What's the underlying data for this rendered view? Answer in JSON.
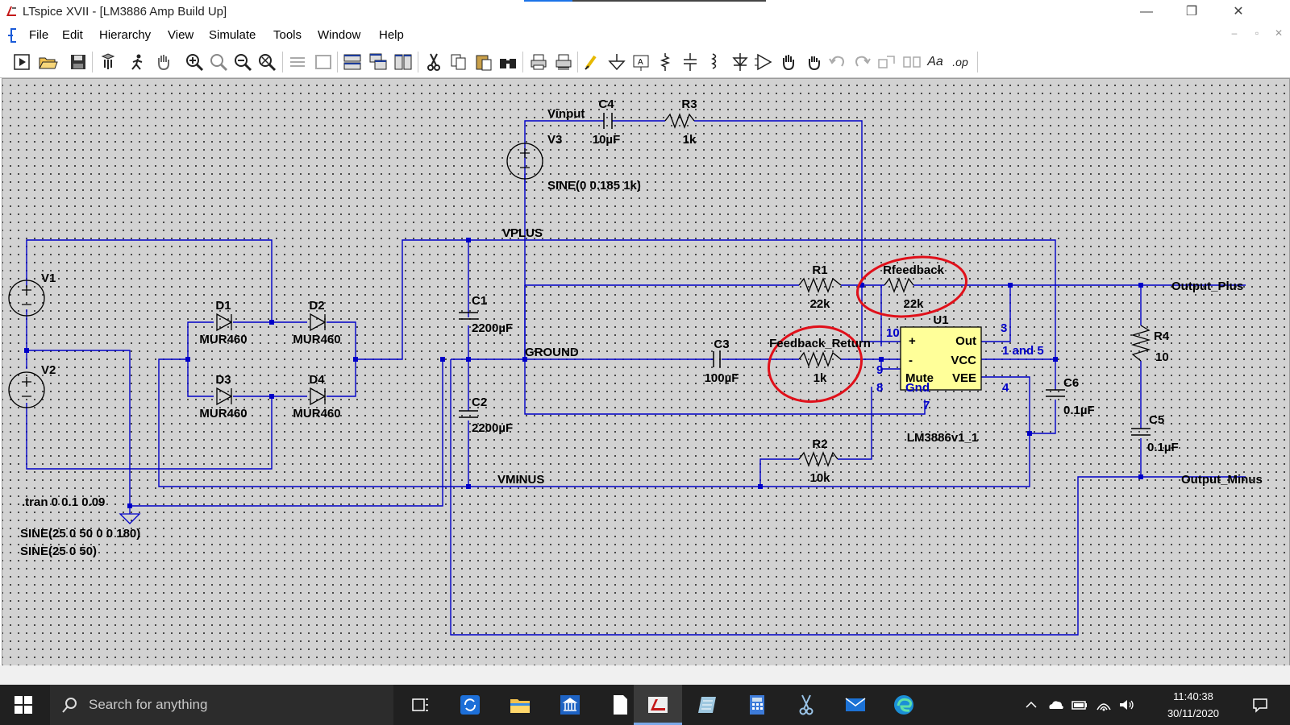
{
  "window": {
    "title": "LTspice XVII - [LM3886 Amp Build Up]",
    "minimize": "—",
    "maximize": "❐",
    "close": "✕"
  },
  "menu": {
    "items": [
      "File",
      "Edit",
      "Hierarchy",
      "View",
      "Simulate",
      "Tools",
      "Window",
      "Help"
    ],
    "mdi_minimize": "–",
    "mdi_restore": "▫",
    "mdi_close": "✕"
  },
  "toolbar": {
    "icons": [
      "run-icon",
      "open-icon",
      "save-icon",
      "control-panel-icon",
      "halt-icon",
      "pan-icon",
      "zoom-in-icon",
      "zoom-area-icon",
      "zoom-out-icon",
      "zoom-fit-icon",
      "autoscale-x-icon",
      "autoscale-y-icon",
      "tile-horizontal-icon",
      "cascade-icon",
      "tile-vertical-icon",
      "cut-icon",
      "copy-icon",
      "paste-icon",
      "find-icon",
      "print-icon",
      "print-preview-icon",
      "wire-icon",
      "ground-icon",
      "label-net-icon",
      "resistor-icon",
      "capacitor-icon",
      "inductor-icon",
      "diode-icon",
      "component-icon",
      "move-icon",
      "drag-icon",
      "undo-icon",
      "redo-icon",
      "rotate-icon",
      "mirror-icon",
      "text-icon",
      "spice-directive-icon"
    ],
    "text_icon": "Aa",
    "spice_directive_icon": ".op"
  },
  "schematic": {
    "labels": {
      "vinput": "Vinput",
      "c4": "C4",
      "c4_val": "10µF",
      "r3": "R3",
      "r3_val": "1k",
      "v3": "V3",
      "v3_val": "SINE(0 0.185 1k)",
      "vplus": "VPLUS",
      "v1": "V1",
      "v2": "V2",
      "d1": "D1",
      "d1_val": "MUR460",
      "d2": "D2",
      "d2_val": "MUR460",
      "d3": "D3",
      "d3_val": "MUR460",
      "d4": "D4",
      "d4_val": "MUR460",
      "c1": "C1",
      "c1_val": "2200µF",
      "c2": "C2",
      "c2_val": "2200µF",
      "ground": "GROUND",
      "c3": "C3",
      "c3_val": "100µF",
      "r1": "R1",
      "r1_val": "22k",
      "rfeedback": "Rfeedback",
      "rfeedback_val": "22k",
      "feedback_return": "Feedback_Return",
      "feedback_return_val": "1k",
      "u1": "U1",
      "u1_model": "LM3886v1_1",
      "pin_plus": "+",
      "pin_minus": "-",
      "pin_mute": "Mute",
      "pin_gnd": "Gnd",
      "pin_out": "Out",
      "pin_vcc": "VCC",
      "pin_vee": "VEE",
      "pin_10": "10",
      "pin_9": "9",
      "pin_8": "8",
      "pin_7": "7",
      "pin_3": "3",
      "pin_1and5": "1 and 5",
      "pin_4": "4",
      "c6": "C6",
      "c6_val": "0.1µF",
      "r4": "R4",
      "r4_val": "10",
      "c5": "C5",
      "c5_val": "0.1µF",
      "output_plus": "Output_Plus",
      "output_minus": "Output_Minus",
      "r2": "R2",
      "r2_val": "10k",
      "vminus": "VMINUS",
      "tran": ".tran 0 0.1 0.09",
      "v1_val": "SINE(25 0 50 0 0 180)",
      "v2_val": "SINE(25 0 50)"
    },
    "colors": {
      "wire": "#0000c8",
      "component": "#000000",
      "text": "#000000",
      "pin_number": "#0000c8",
      "annotation": "#e0101a",
      "ic_fill": "#ffff99",
      "background": "#d2d2d2"
    }
  },
  "taskbar": {
    "search_placeholder": "Search for anything",
    "time": "11:40:38",
    "date": "30/11/2020",
    "pinned": [
      "task-view-icon",
      "sync-app-icon",
      "file-explorer-icon",
      "bank-app-icon",
      "document-icon",
      "ltspice-icon",
      "notes-app-icon",
      "calculator-icon",
      "snipping-tool-icon",
      "mail-icon",
      "edge-icon"
    ],
    "tray": [
      "chevron-up-icon",
      "onedrive-icon",
      "battery-icon",
      "wifi-icon",
      "volume-icon"
    ]
  }
}
